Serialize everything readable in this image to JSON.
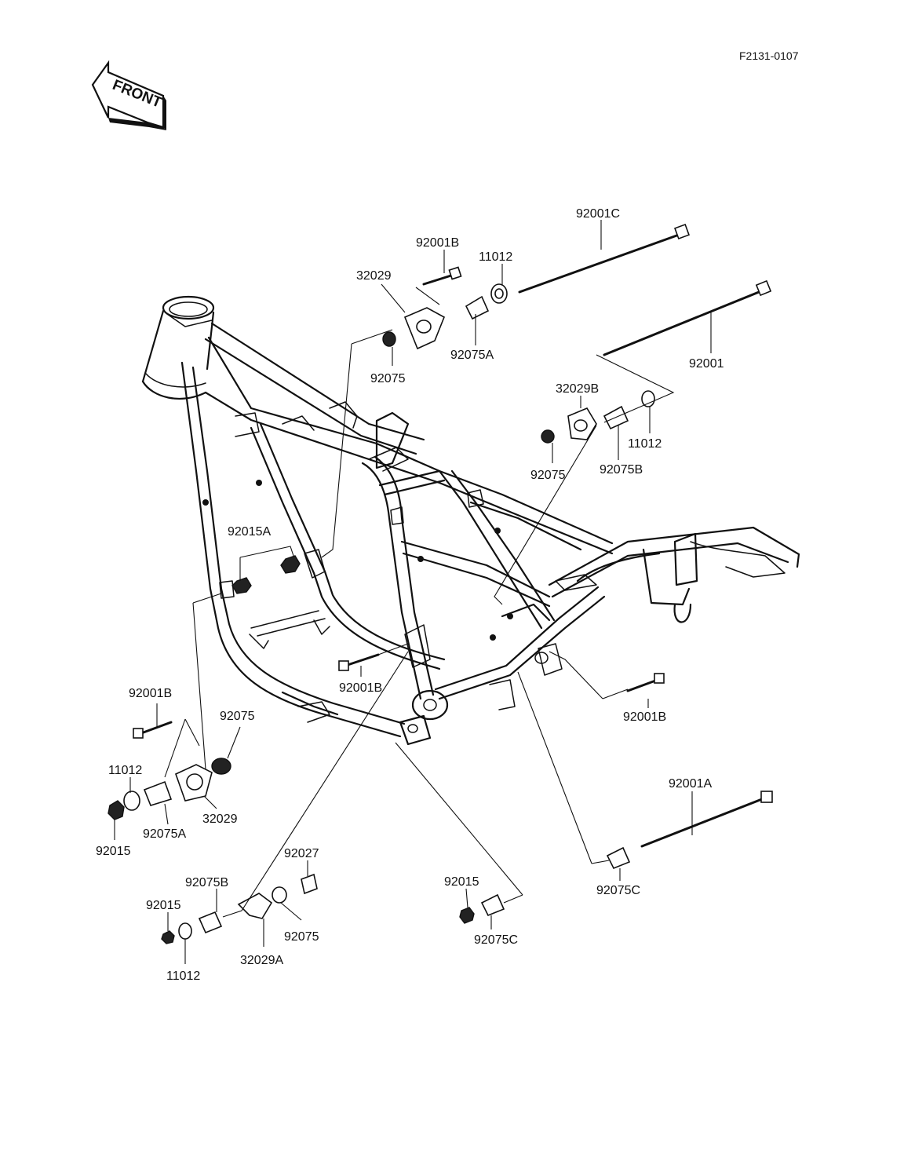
{
  "diagram_code": "F2131-0107",
  "front_arrow": {
    "label": "FRONT",
    "icon": "front-arrow-icon"
  },
  "parts": {
    "p_92001C": "92001C",
    "p_92001B_top": "92001B",
    "p_11012_top": "11012",
    "p_32029_top": "32029",
    "p_92001": "92001",
    "p_92075_top": "92075",
    "p_92075A_top": "92075A",
    "p_32029B": "32029B",
    "p_11012_mid": "11012",
    "p_92075_mid": "92075",
    "p_92075B_mid": "92075B",
    "p_92015A": "92015A",
    "p_92001B_center": "92001B",
    "p_92001B_right": "92001B",
    "p_92001B_left": "92001B",
    "p_92075_left": "92075",
    "p_11012_left": "11012",
    "p_32029_left": "32029",
    "p_92015_left": "92015",
    "p_92075A_left": "92075A",
    "p_92001A": "92001A",
    "p_92075C_right": "92075C",
    "p_92027": "92027",
    "p_92075B_bottom": "92075B",
    "p_92015_bottom": "92015",
    "p_92075_bottom": "92075",
    "p_11012_bottom": "11012",
    "p_32029A": "32029A",
    "p_92015_bottomright": "92015",
    "p_92075C_bottom": "92075C"
  }
}
